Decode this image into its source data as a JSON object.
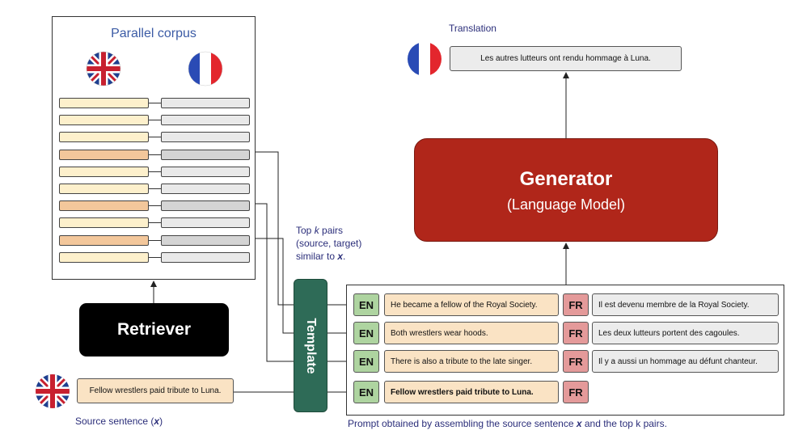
{
  "corpus": {
    "title": "Parallel corpus",
    "source_flag": "uk-flag-icon",
    "target_flag": "fr-flag-icon",
    "pairs": [
      {
        "highlight": false
      },
      {
        "highlight": false
      },
      {
        "highlight": false
      },
      {
        "highlight": true
      },
      {
        "highlight": false
      },
      {
        "highlight": false
      },
      {
        "highlight": true
      },
      {
        "highlight": false
      },
      {
        "highlight": true
      },
      {
        "highlight": false
      }
    ]
  },
  "retriever": {
    "label": "Retriever"
  },
  "source": {
    "sentence": "Fellow wrestlers paid tribute to Luna.",
    "label": "Source sentence (x)"
  },
  "topk_label": {
    "line1": "Top k pairs",
    "line2": "(source, target)",
    "line3": "similar to x."
  },
  "template": {
    "label": "Template"
  },
  "prompt": {
    "rows": [
      {
        "src_tag": "EN",
        "src": "He became a fellow of the Royal Society.",
        "tgt_tag": "FR",
        "tgt": "Il est devenu membre de la Royal Society."
      },
      {
        "src_tag": "EN",
        "src": "Both wrestlers wear hoods.",
        "tgt_tag": "FR",
        "tgt": "Les deux lutteurs portent des cagoules."
      },
      {
        "src_tag": "EN",
        "src": "There is also a tribute to the late singer.",
        "tgt_tag": "FR",
        "tgt": "Il y a aussi un hommage au défunt chanteur."
      },
      {
        "src_tag": "EN",
        "src": "Fellow wrestlers paid tribute to Luna.",
        "tgt_tag": "FR",
        "tgt": ""
      }
    ],
    "caption": "Prompt obtained by assembling the source sentence x and the top k pairs."
  },
  "generator": {
    "title": "Generator",
    "subtitle": "(Language Model)"
  },
  "translation": {
    "label": "Translation",
    "text": "Les autres lutteurs ont rendu hommage à Luna.",
    "flag": "fr-flag-icon"
  },
  "colors": {
    "generator": "#b0261a",
    "template": "#2e6b57",
    "retriever": "#000000",
    "label_text": "#2b2e7a",
    "en_tag": "#aed4a0",
    "fr_tag": "#e49a9a"
  }
}
